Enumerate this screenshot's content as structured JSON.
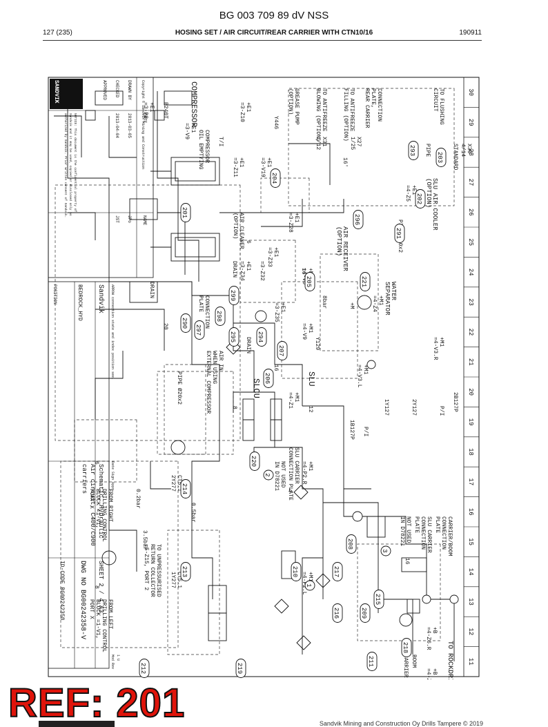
{
  "header": {
    "doc_title": "BG 003 709 89 dV NSS",
    "page": "127 (235)",
    "section": "HOSING SET / AIR CIRCUIT/REAR CARRIER WITH CTN10/16",
    "code": "190911"
  },
  "ref_mark": "REF: 201",
  "footer": {
    "company": "Sandvik Mining and Construction Oy Drills Tampere © 2019"
  },
  "diagram": {
    "grid_columns": [
      "11",
      "12",
      "13",
      "14",
      "15",
      "16",
      "17",
      "18",
      "19",
      "20",
      "21",
      "22",
      "23",
      "24",
      "25",
      "26",
      "27",
      "28",
      "29",
      "30"
    ],
    "title_block": {
      "brand": "SANDVIK",
      "copyright": "Copyright © Sandvik Mining and Construction",
      "notice": "NOTICE: This document is the confidential property of Sandvik and it may be used, copied or disclosed only as authorized by Sandvik. Prior written consent of Sandvik.",
      "rows": [
        {
          "label": "DRAWN BY",
          "date": "2013-03-05",
          "name": "JPo"
        },
        {
          "label": "CHECKED",
          "date": "2013-04-04",
          "name": "JST"
        },
        {
          "label": "APPROVED",
          "date": "",
          "name": ""
        }
      ],
      "date_label": "DATE",
      "name_label": "NAME",
      "company": "Sandvik",
      "project": "BEDROCK_HYD",
      "position_label": "POSITION",
      "title_lines": [
        "Schematic, Hydraulic",
        "Air circuit, C400/C900",
        "carriers"
      ],
      "sheet_label": "SHEET",
      "sheet": "2 / 4",
      "size": "A3",
      "dwg_label": "DWG NO",
      "dwg": "BG00242358-V",
      "idcode_label": "ID-CODE",
      "idcode": "BG00242358",
      "rev_note": "ARROW connection state and index position see.",
      "rev_cols": [
        "Mod",
        "Rev"
      ],
      "rev_row": [
        "1",
        "U"
      ],
      "dates": [
        "Date",
        "Sign",
        "Appr."
      ]
    },
    "labels": {
      "to_rockdrill": "TO ROCKDRILL",
      "boom": "BOOM",
      "carrier": "CARRIER",
      "carrier_boom_plate": [
        "CARRIER/BOOM",
        "CONNECTION",
        "PLATE"
      ],
      "slu_carrier_plate": [
        "SLU CARRIER",
        "CONNECTION",
        "PLATE"
      ],
      "not_used": [
        "NOT USED",
        "IN D78221"
      ],
      "slu": "SLU",
      "slcu": "SLCU",
      "water_separator": [
        "WATER",
        "SEPARATOR"
      ],
      "slu_air_cooler": [
        "SLU AIR COOLER",
        "(OPTION)"
      ],
      "air_receiver": [
        "AIR RECEIVER",
        "(OPTION)"
      ],
      "air_cleaner": [
        "AIR CLEANER",
        "(OPTION)"
      ],
      "compressor": "COMPRESSOR",
      "compressor_oil": [
        "COMPRESSOR",
        "OIL EMPTYING"
      ],
      "connection_plate": [
        "CONNECTION",
        "PLATE"
      ],
      "conn_plate_rear": [
        "CONNECTION",
        "PLATE,",
        "REAR CARRIER"
      ],
      "to_antifreeze_fill": [
        "TO ANTIFREEZE",
        "FILLING (OPTION)"
      ],
      "to_antifreeze_blow": [
        "TO ANTIFREEZE",
        "BLOWING (OPTION)"
      ],
      "grease_pump": [
        "GREASE PUMP",
        "(OPTION)"
      ],
      "to_flushing": [
        "TO FLUSHING",
        "CIRCUIT"
      ],
      "standard": "STANDARD",
      "pipe_020x2": "PIPE Ø20x2",
      "pipe_020x2_short": "PIPE",
      "air_in": [
        "AIR IN",
        "WHEN USING",
        "EXTERNAL COMPRESSOR"
      ],
      "drain": "DRAIN",
      "from_left": [
        "FROM LEFT",
        "DRILLING CONTROL",
        "BLOCK =1-V1,",
        "PORT X"
      ],
      "from_right": [
        "FROM RIGHT",
        "DRILLING CONTROL",
        "BLOCK =1-V1,",
        "PORT X"
      ],
      "to_unpressurised": [
        "TO UNPRESSURISED",
        "RETURN COLLECTOR",
        "=5-Z15, PORT 2"
      ],
      "slu_carrier_plate2": [
        "SLU CARRIER",
        "CONNECTION PLATE"
      ],
      "not_used2": [
        "NOT USED",
        "IN D78221"
      ],
      "component_tags": {
        "z6l": [
          "+B",
          "=4-Z6.L"
        ],
        "z6r": [
          "+B",
          "=4-Z6.R"
        ],
        "v3r": [
          "+M1",
          "=4-V3.R"
        ],
        "v3l": [
          "+M1",
          "=4-V3.L"
        ],
        "z4": [
          "+M1",
          "=4-Z4"
        ],
        "v8": [
          "+M1",
          "=4-V8"
        ],
        "v9": [
          "+M1",
          "=4-V9"
        ],
        "z1": [
          "+M1",
          "=4-Z1"
        ],
        "p2r": [
          "+M1",
          "=4-P2.R"
        ],
        "p2l": [
          "+M1",
          "=4-P2.L"
        ],
        "z5": [
          "+E1",
          "=4-Z5"
        ],
        "z35": [
          "+E1",
          "=3-Z35"
        ],
        "z33": [
          "+E1",
          "=3-Z33"
        ],
        "z32": "=3-Z32",
        "z34": [
          "+E1",
          "=3-Z34"
        ],
        "z11": [
          "+E1",
          "=3-Z11"
        ],
        "z28": [
          "+E1",
          "=3-Z28"
        ],
        "v19": [
          "+E1",
          "=3-V19"
        ],
        "z10": [
          "+E1",
          "=3-Z10"
        ],
        "v9b": [
          "+E1",
          "=3-V9"
        ],
        "p8": [
          "+E1",
          "=3-P8"
        ],
        "m": "+M",
        "b240t": "B240T",
        "x27": [
          "X27",
          "1/25"
        ],
        "x31": [
          "X31",
          "1/12"
        ],
        "x30": [
          "X30",
          "4/14"
        ],
        "y129": "Y129",
        "y446": "Y446",
        "pi_1": "P/I",
        "pi_2": "P/I",
        "ti": "T/I",
        "tag_2b127p": "2B127P",
        "tag_1b127p": "1B127P",
        "tag_2y127": "2Y127",
        "tag_1y127": "1Y127",
        "ct5_1a": [
          "CT5.1",
          "2Y277"
        ],
        "ct5_1b": [
          "CT5.1",
          "1Y277"
        ],
        "pressure_1": "0.5bar",
        "pressure_2": "3.5bar",
        "pressure_3": "0.2bar",
        "pressure_4": "8bar"
      }
    },
    "ref_bubbles": [
      {
        "n": "201"
      },
      {
        "n": "202"
      },
      {
        "n": "203"
      },
      {
        "n": "204"
      },
      {
        "n": "205"
      },
      {
        "n": "206"
      },
      {
        "n": "207"
      },
      {
        "n": "208"
      },
      {
        "n": "209"
      },
      {
        "n": "210"
      },
      {
        "n": "211"
      },
      {
        "n": "212"
      },
      {
        "n": "213"
      },
      {
        "n": "214"
      },
      {
        "n": "215"
      },
      {
        "n": "216"
      },
      {
        "n": "217"
      },
      {
        "n": "218"
      },
      {
        "n": "219"
      },
      {
        "n": "220"
      },
      {
        "n": "221"
      },
      {
        "n": "290"
      },
      {
        "n": "291"
      },
      {
        "n": "293"
      },
      {
        "n": "294"
      },
      {
        "n": "295"
      },
      {
        "n": "296"
      },
      {
        "n": "297"
      },
      {
        "n": "298"
      },
      {
        "n": "299"
      },
      {
        "n": "1"
      },
      {
        "n": "2"
      },
      {
        "n": "3"
      }
    ],
    "hose_sizes": [
      "4",
      "6",
      "8",
      "12",
      "16",
      "20",
      "16'"
    ]
  }
}
